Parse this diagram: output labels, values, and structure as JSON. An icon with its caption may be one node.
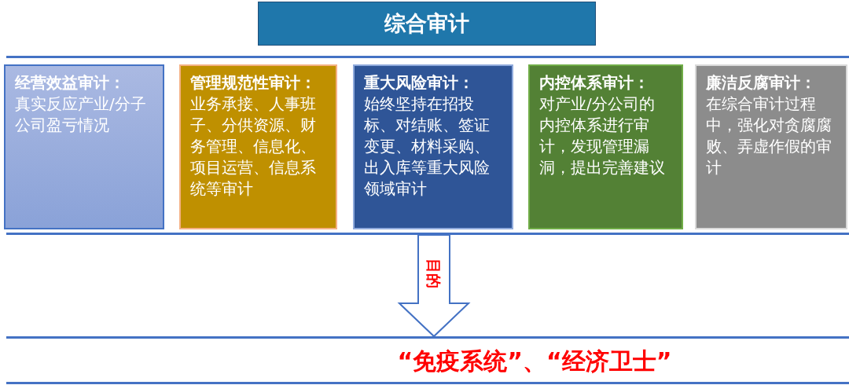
{
  "diagram": {
    "nodes": [
      {
        "text": [
          "综合审计"
        ]
      },
      {
        "text": [
          "经营效益审计：",
          "真实反应产业/分子公司盈亏情况"
        ]
      },
      {
        "text": [
          "管理规范性审计：",
          "业务承接、人事班子、分供资源、财务管理、信息化、项目运营、信息系统等审计"
        ]
      },
      {
        "text": [
          "重大风险审计：",
          "始终坚持在招投标、对结账、签证变更、材料采购、出入库等重大风险领域审计"
        ]
      },
      {
        "text": [
          "内控体系审计：",
          "对产业/分公司的内控体系进行审计，发现管理漏洞，提出完善建议"
        ]
      },
      {
        "text": [
          "廉洁反腐审计：",
          "在综合审计过程中，强化对贪腐腐败、弄虚作假的审计"
        ]
      },
      {
        "text": [
          "“免疫系统”、“经济卫士”"
        ]
      }
    ],
    "edges": [
      {
        "from": null,
        "to": 6,
        "arrow": "to",
        "label": "目的"
      }
    ]
  }
}
